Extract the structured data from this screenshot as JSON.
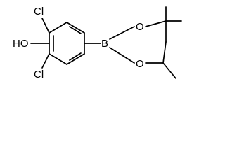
{
  "molecule": {
    "atoms": {
      "cl_top": "Cl",
      "cl_bottom": "Cl",
      "hydroxyl": "HO",
      "boron": "B",
      "oxygen_top": "O",
      "oxygen_bottom": "O"
    },
    "colors": {
      "bond": "#000000",
      "label": "#000000",
      "background": "#ffffff"
    }
  }
}
